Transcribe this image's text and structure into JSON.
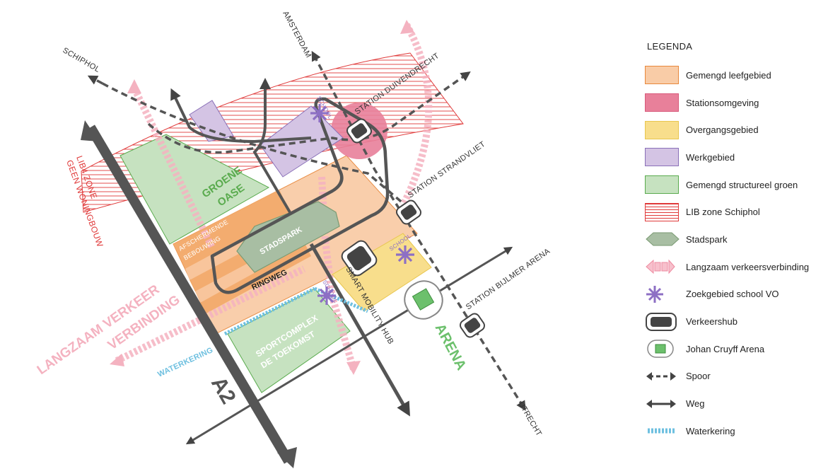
{
  "map": {
    "directions": {
      "amsterdam": "AMSTERDAM",
      "schiphol": "SCHIPHOL",
      "utrecht": "UTRECHT"
    },
    "stations": {
      "duivendrecht": "STATION DUIVENDRECHT",
      "strandvliet": "STATION STRANDVLIET",
      "bijlmer_arena": "STATION BIJLMER ARENA"
    },
    "labels": {
      "lib4_line1": "LIB4 ZONE",
      "lib4_line2": "GEEN WONINGBOUW",
      "groene_oase_1": "GROENE",
      "groene_oase_2": "OASE",
      "afschermende_1": "AFSCHERMENDE",
      "afschermende_2": "BEBOUWING",
      "stadspark": "STADSPARK",
      "ringweg": "RINGWEG",
      "smart_mobility_hub": "SMART MOBILITY HUB",
      "school_1": "SCHOOL",
      "school_2": "SCHOOL",
      "school_3": "SCHOOL",
      "sportcomplex_1": "SPORTCOMPLEX",
      "sportcomplex_2": "DE TOEKOMST",
      "arena": "ARENA",
      "waterkering": "WATERKERING",
      "langzaam_1": "LANGZAAM VERKEER",
      "langzaam_2": "VERBINDING",
      "a2": "A2"
    }
  },
  "legend": {
    "title": "LEGENDA",
    "items": [
      {
        "label": "Gemengd leefgebied",
        "icon": "swatch-orange",
        "fill": "#f9cca7",
        "border": "#e8883c"
      },
      {
        "label": "Stationsomgeving",
        "icon": "swatch-pink",
        "fill": "#e8809a",
        "border": "#d85a7a"
      },
      {
        "label": "Overgangsgebied",
        "icon": "swatch-yellow",
        "fill": "#f8de8c",
        "border": "#e8c64e"
      },
      {
        "label": "Werkgebied",
        "icon": "swatch-purple",
        "fill": "#d4c4e4",
        "border": "#8a70b8"
      },
      {
        "label": "Gemengd structureel groen",
        "icon": "swatch-green",
        "fill": "#c6e2c0",
        "border": "#5aab4e"
      },
      {
        "label": "LIB zone Schiphol",
        "icon": "hatch-red",
        "fill": "#ffffff",
        "border": "#e03a3a"
      },
      {
        "label": "Stadspark",
        "icon": "stadspark-arrow",
        "fill": "#a8bea3",
        "border": "#7a9a72"
      },
      {
        "label": "Langzaam verkeersverbinding",
        "icon": "slow-traffic-arrow",
        "fill": "#f7c0cc",
        "border": "#ee8aa0"
      },
      {
        "label": "Zoekgebied school VO",
        "icon": "school-burst-icon",
        "fill": "#8d6fc4",
        "border": "#8d6fc4"
      },
      {
        "label": "Verkeershub",
        "icon": "hub-icon",
        "fill": "#444444",
        "border": "#444444"
      },
      {
        "label": "Johan Cruyff Arena",
        "icon": "arena-icon",
        "fill": "#6cc06c",
        "border": "#888888"
      },
      {
        "label": "Spoor",
        "icon": "rail-icon",
        "fill": "#444444",
        "border": "#444444"
      },
      {
        "label": "Weg",
        "icon": "road-icon",
        "fill": "#444444",
        "border": "#444444"
      },
      {
        "label": "Waterkering",
        "icon": "waterkering-icon",
        "fill": "#6fc0e0",
        "border": "#6fc0e0"
      }
    ]
  }
}
